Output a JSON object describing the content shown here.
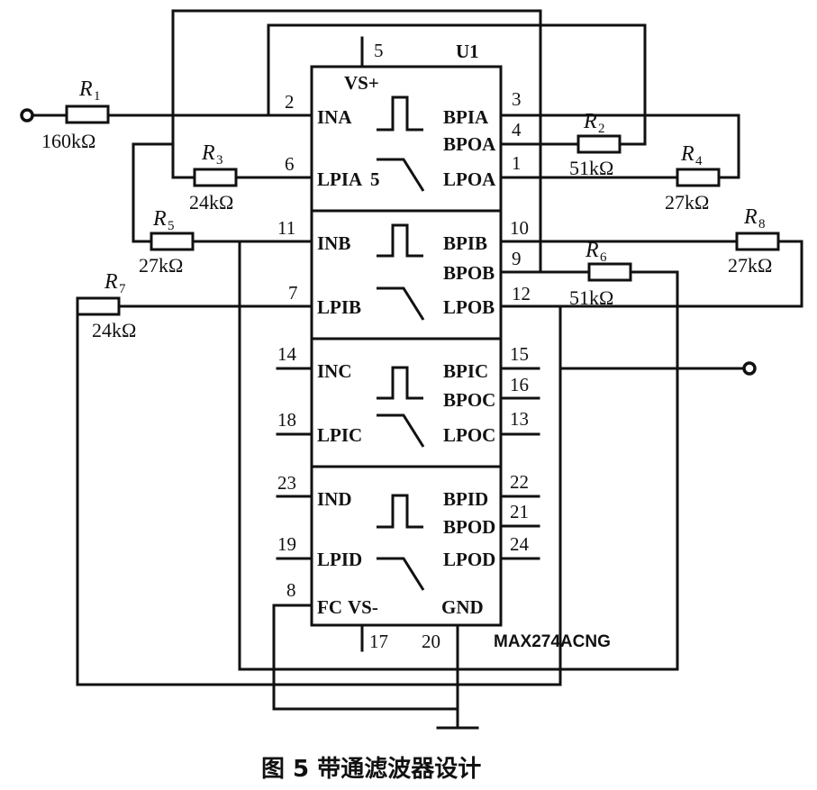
{
  "chip": {
    "ref": "U1",
    "part": "MAX274ACNG",
    "supply_pos": "VS+",
    "supply_neg": "VS-",
    "gnd": "GND",
    "fc": "FC"
  },
  "pins": {
    "p1": "1",
    "p2": "2",
    "p3": "3",
    "p4": "4",
    "p5": "5",
    "p6": "6",
    "p7": "7",
    "p8": "8",
    "p9": "9",
    "p10": "10",
    "p11": "11",
    "p12": "12",
    "p13": "13",
    "p14": "14",
    "p15": "15",
    "p16": "16",
    "p17": "17",
    "p18": "18",
    "p19": "19",
    "p20": "20",
    "p21": "21",
    "p22": "22",
    "p23": "23",
    "p24": "24"
  },
  "signals": {
    "ina": "INA",
    "bpia": "BPIA",
    "bpoa": "BPOA",
    "lpia": "LPIA",
    "lpia_pin": "5",
    "lpoa": "LPOA",
    "inb": "INB",
    "bpib": "BPIB",
    "bpob": "BPOB",
    "lpib": "LPIB",
    "lpob": "LPOB",
    "inc": "INC",
    "bpic": "BPIC",
    "bpoc": "BPOC",
    "lpic": "LPIC",
    "lpoc": "LPOC",
    "ind": "IND",
    "bpid": "BPID",
    "bpod": "BPOD",
    "lpid": "LPID",
    "lpod": "LPOD"
  },
  "resistors": [
    {
      "name": "R",
      "sub": "1",
      "value": "160kΩ"
    },
    {
      "name": "R",
      "sub": "2",
      "value": "51kΩ"
    },
    {
      "name": "R",
      "sub": "3",
      "value": "24kΩ"
    },
    {
      "name": "R",
      "sub": "4",
      "value": "27kΩ"
    },
    {
      "name": "R",
      "sub": "5",
      "value": "27kΩ"
    },
    {
      "name": "R",
      "sub": "6",
      "value": "51kΩ"
    },
    {
      "name": "R",
      "sub": "7",
      "value": "24kΩ"
    },
    {
      "name": "R",
      "sub": "8",
      "value": "27kΩ"
    }
  ],
  "caption": "图 5  带通滤波器设计"
}
